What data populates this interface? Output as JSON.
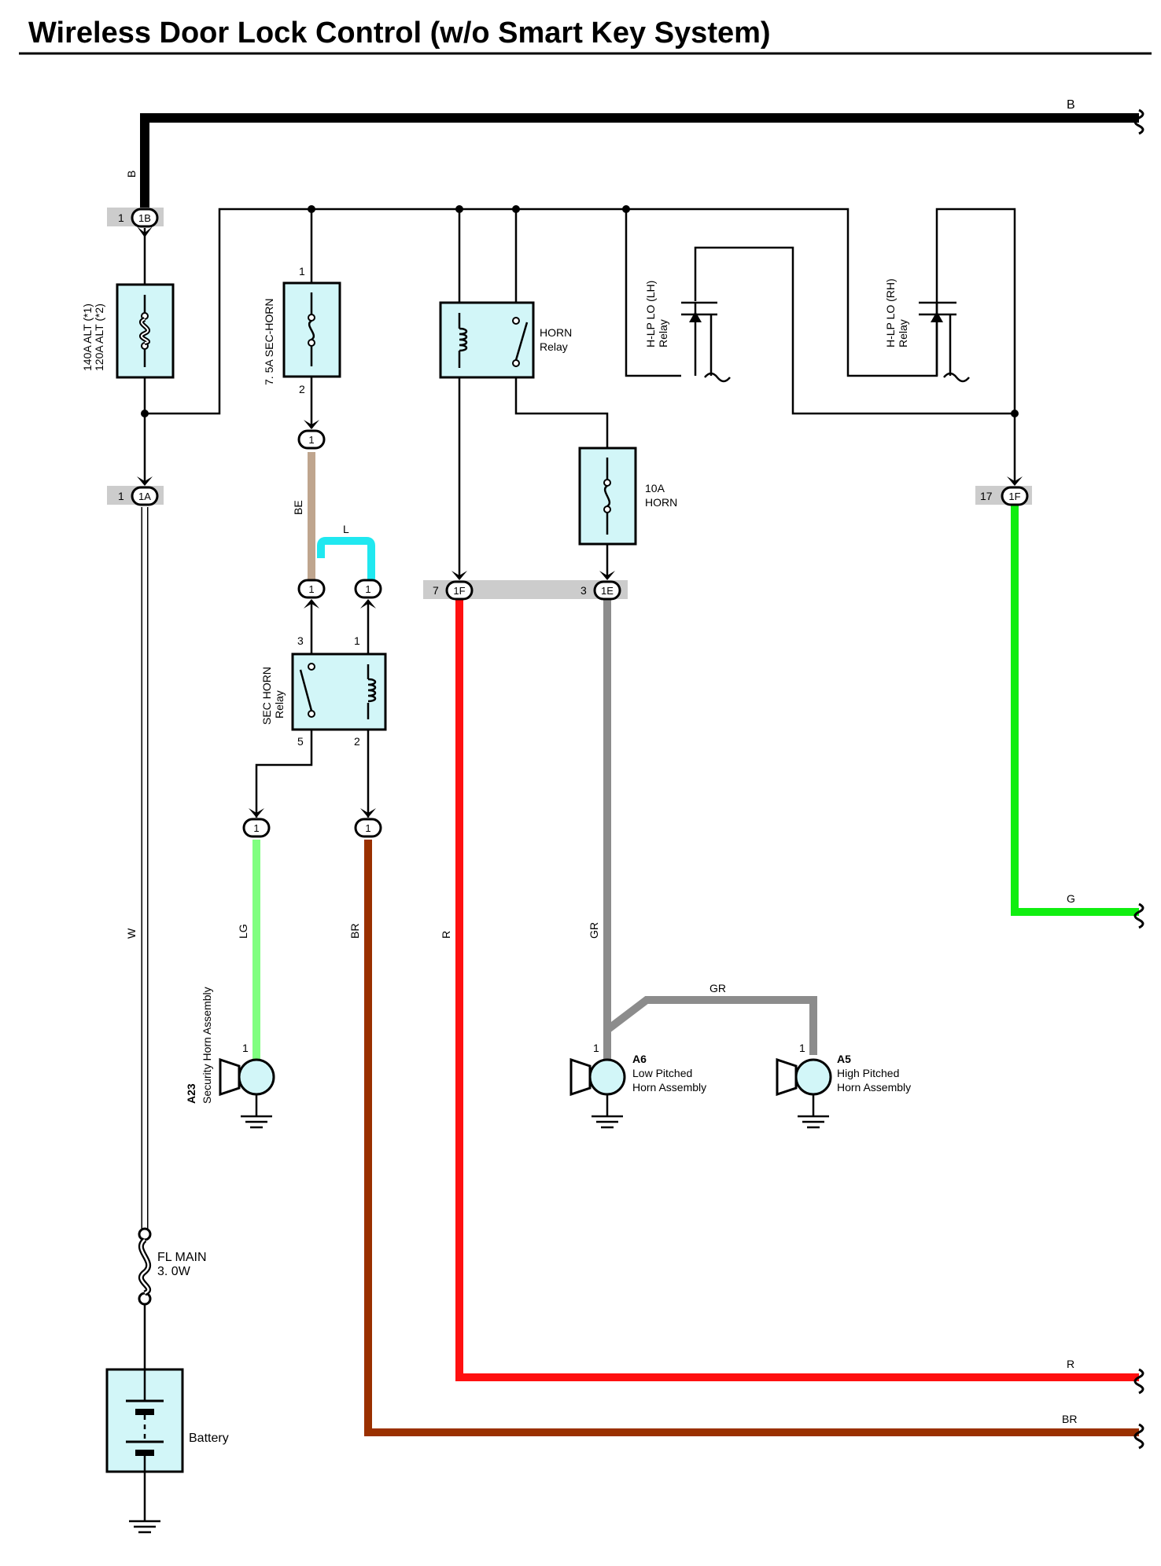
{
  "title": "Wireless Door Lock Control (w/o Smart Key System)",
  "colors": {
    "B": "#000000",
    "W": "#ffffff",
    "BE": "#bfa58e",
    "L": "#20e8f0",
    "LG": "#80ff80",
    "BR": "#9a3000",
    "R": "#ff1010",
    "GR": "#8c8c8c",
    "G": "#10ee10",
    "component_fill": "#d2f6f8",
    "splice_bar": "#cccccc"
  },
  "fuses": {
    "alt": {
      "line1": "140A ALT (*1)",
      "line2": "120A ALT (*2)"
    },
    "sec_horn": {
      "label": "7. 5A SEC-HORN",
      "pin_top": "1",
      "pin_bottom": "2"
    },
    "horn": {
      "line1": "10A",
      "line2": "HORN"
    },
    "fl_main": {
      "line1": "FL MAIN",
      "line2": "3. 0W"
    }
  },
  "relays": {
    "horn": {
      "line1": "HORN",
      "line2": "Relay"
    },
    "sec_horn": {
      "line1": "SEC HORN",
      "line2": "Relay",
      "pin3": "3",
      "pin1": "1",
      "pin5": "5",
      "pin2": "2"
    },
    "hlp_lh": {
      "line1": "H-LP LO (LH)",
      "line2": "Relay"
    },
    "hlp_rh": {
      "line1": "H-LP LO (RH)",
      "line2": "Relay"
    }
  },
  "connectors": {
    "c1B": {
      "pin": "1",
      "id": "1B"
    },
    "c1A": {
      "pin": "1",
      "id": "1A"
    },
    "c7_1F": {
      "pin": "7",
      "id": "1F"
    },
    "c3_1E": {
      "pin": "3",
      "id": "1E"
    },
    "c17_1F": {
      "pin": "17",
      "id": "1F"
    },
    "single": "1"
  },
  "wires": {
    "B": "B",
    "W": "W",
    "BE": "BE",
    "L": "L",
    "LG": "LG",
    "BR": "BR",
    "R": "R",
    "GR": "GR",
    "G": "G"
  },
  "horns": {
    "a23": {
      "pin": "1",
      "code": "A23",
      "name": "Security Horn Assembly"
    },
    "a6": {
      "pin": "1",
      "code": "A6",
      "line1": "Low Pitched",
      "line2": "Horn Assembly"
    },
    "a5": {
      "pin": "1",
      "code": "A5",
      "line1": "High Pitched",
      "line2": "Horn Assembly"
    }
  },
  "battery": {
    "label": "Battery"
  }
}
